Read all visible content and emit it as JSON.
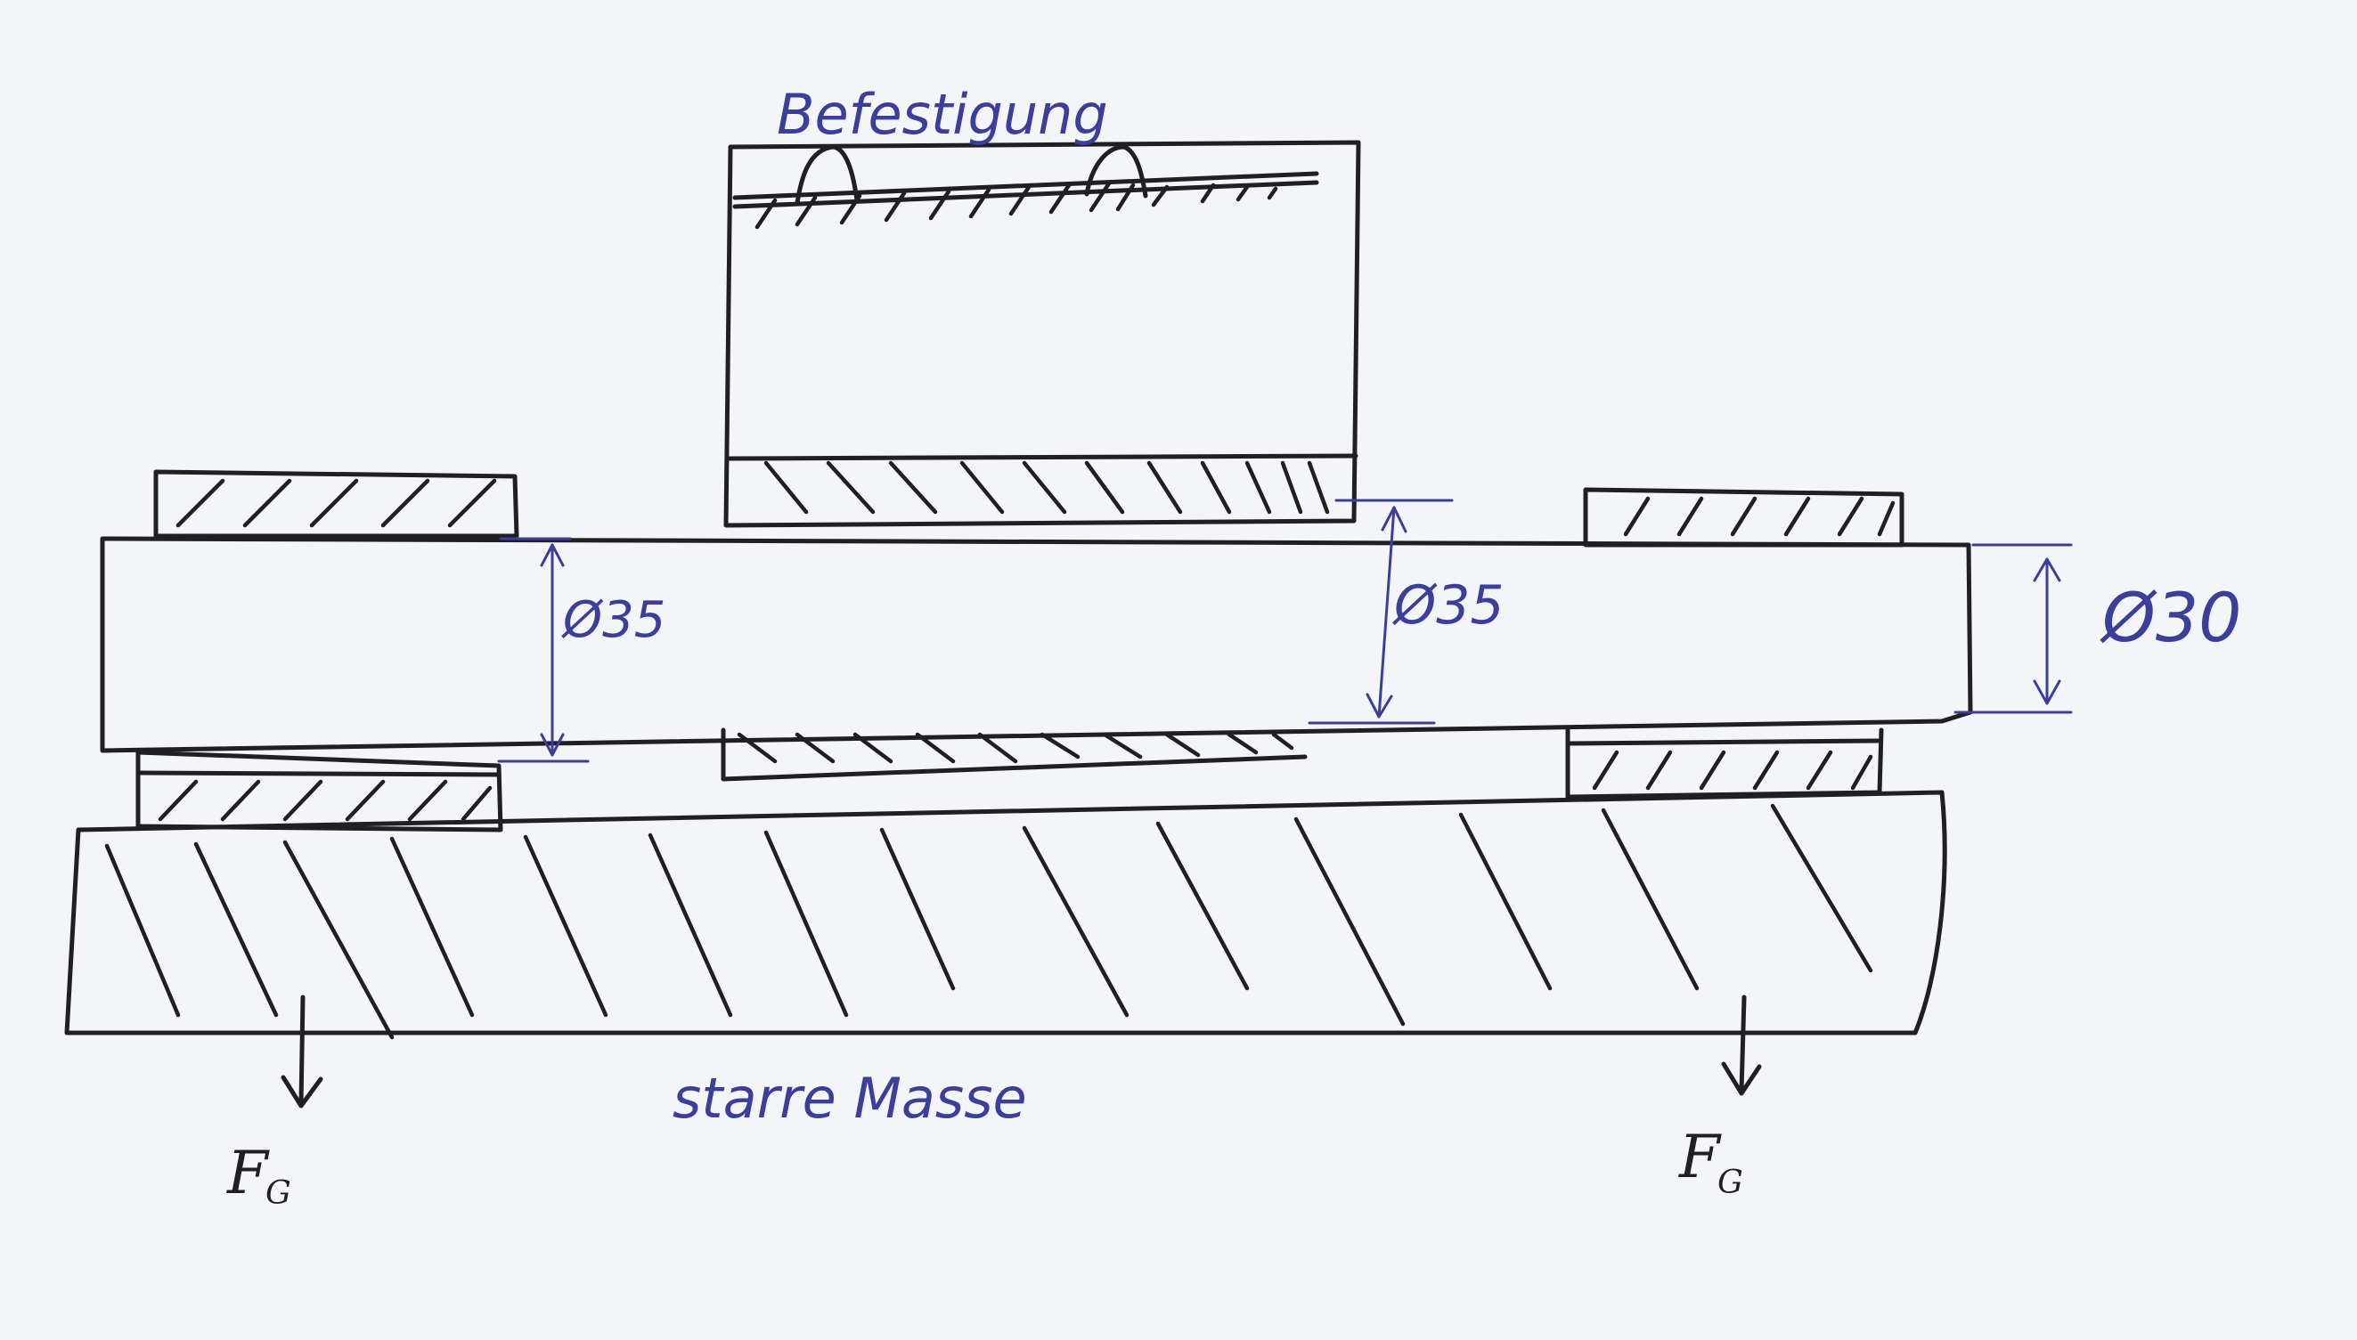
{
  "labels": {
    "mounting": "Befestigung",
    "rigid_mass": "starre Masse",
    "force_symbol": "F",
    "force_subscript": "G"
  },
  "dimensions": {
    "left_shaft": "Ø35",
    "middle_shaft": "Ø35",
    "right_shaft": "Ø30"
  },
  "colors": {
    "ink": "#1f1f24",
    "annotation": "#3b3f9c",
    "paper": "#f4f5f9"
  }
}
